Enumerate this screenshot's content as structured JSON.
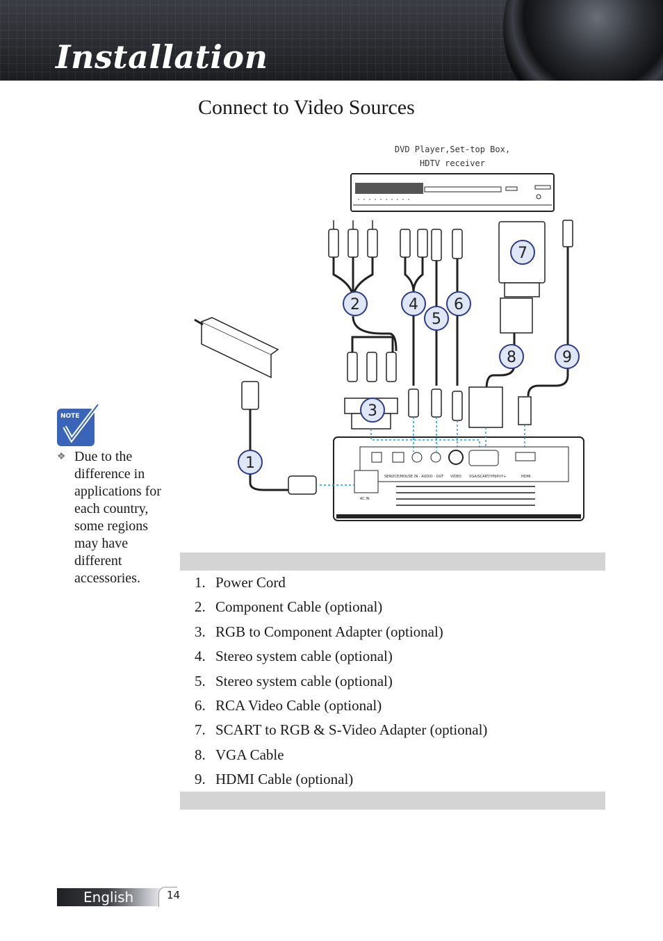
{
  "header": {
    "title": "Installation"
  },
  "section": {
    "title": "Connect to Video Sources"
  },
  "diagram": {
    "device_label_line1": "DVD Player,Set-top Box,",
    "device_label_line2": "HDTV receiver",
    "callouts": [
      "1",
      "2",
      "3",
      "4",
      "5",
      "6",
      "7",
      "8",
      "9"
    ],
    "port_labels": {
      "service": "SERVICE/MOUSE",
      "audio": "IN - AUDIO - OUT",
      "video": "VIDEO",
      "vga": "VGA/SCART/YPbPr/Y+",
      "hdmi": "HDMI",
      "ac": "AC IN"
    },
    "colors": {
      "callout_ring": "#2b3a8c",
      "callout_fill": "#dfe6f5",
      "guide_line": "#1e9be0"
    }
  },
  "note": {
    "icon_label": "NOTE",
    "bullet": "❖",
    "text": "Due to the difference in applications for each country, some regions may have different accessories."
  },
  "items": [
    {
      "num": "1.",
      "label": "Power Cord"
    },
    {
      "num": "2.",
      "label": "Component Cable (optional)"
    },
    {
      "num": "3.",
      "label": "RGB to Component Adapter (optional)"
    },
    {
      "num": "4.",
      "label": "Stereo system cable (optional)"
    },
    {
      "num": "5.",
      "label": "Stereo system cable (optional)"
    },
    {
      "num": "6.",
      "label": "RCA Video Cable (optional)"
    },
    {
      "num": "7.",
      "label": "SCART to RGB & S-Video Adapter (optional)"
    },
    {
      "num": "8.",
      "label": "VGA Cable"
    },
    {
      "num": "9.",
      "label": "HDMI Cable (optional)"
    }
  ],
  "footer": {
    "language": "English",
    "page": "14"
  }
}
